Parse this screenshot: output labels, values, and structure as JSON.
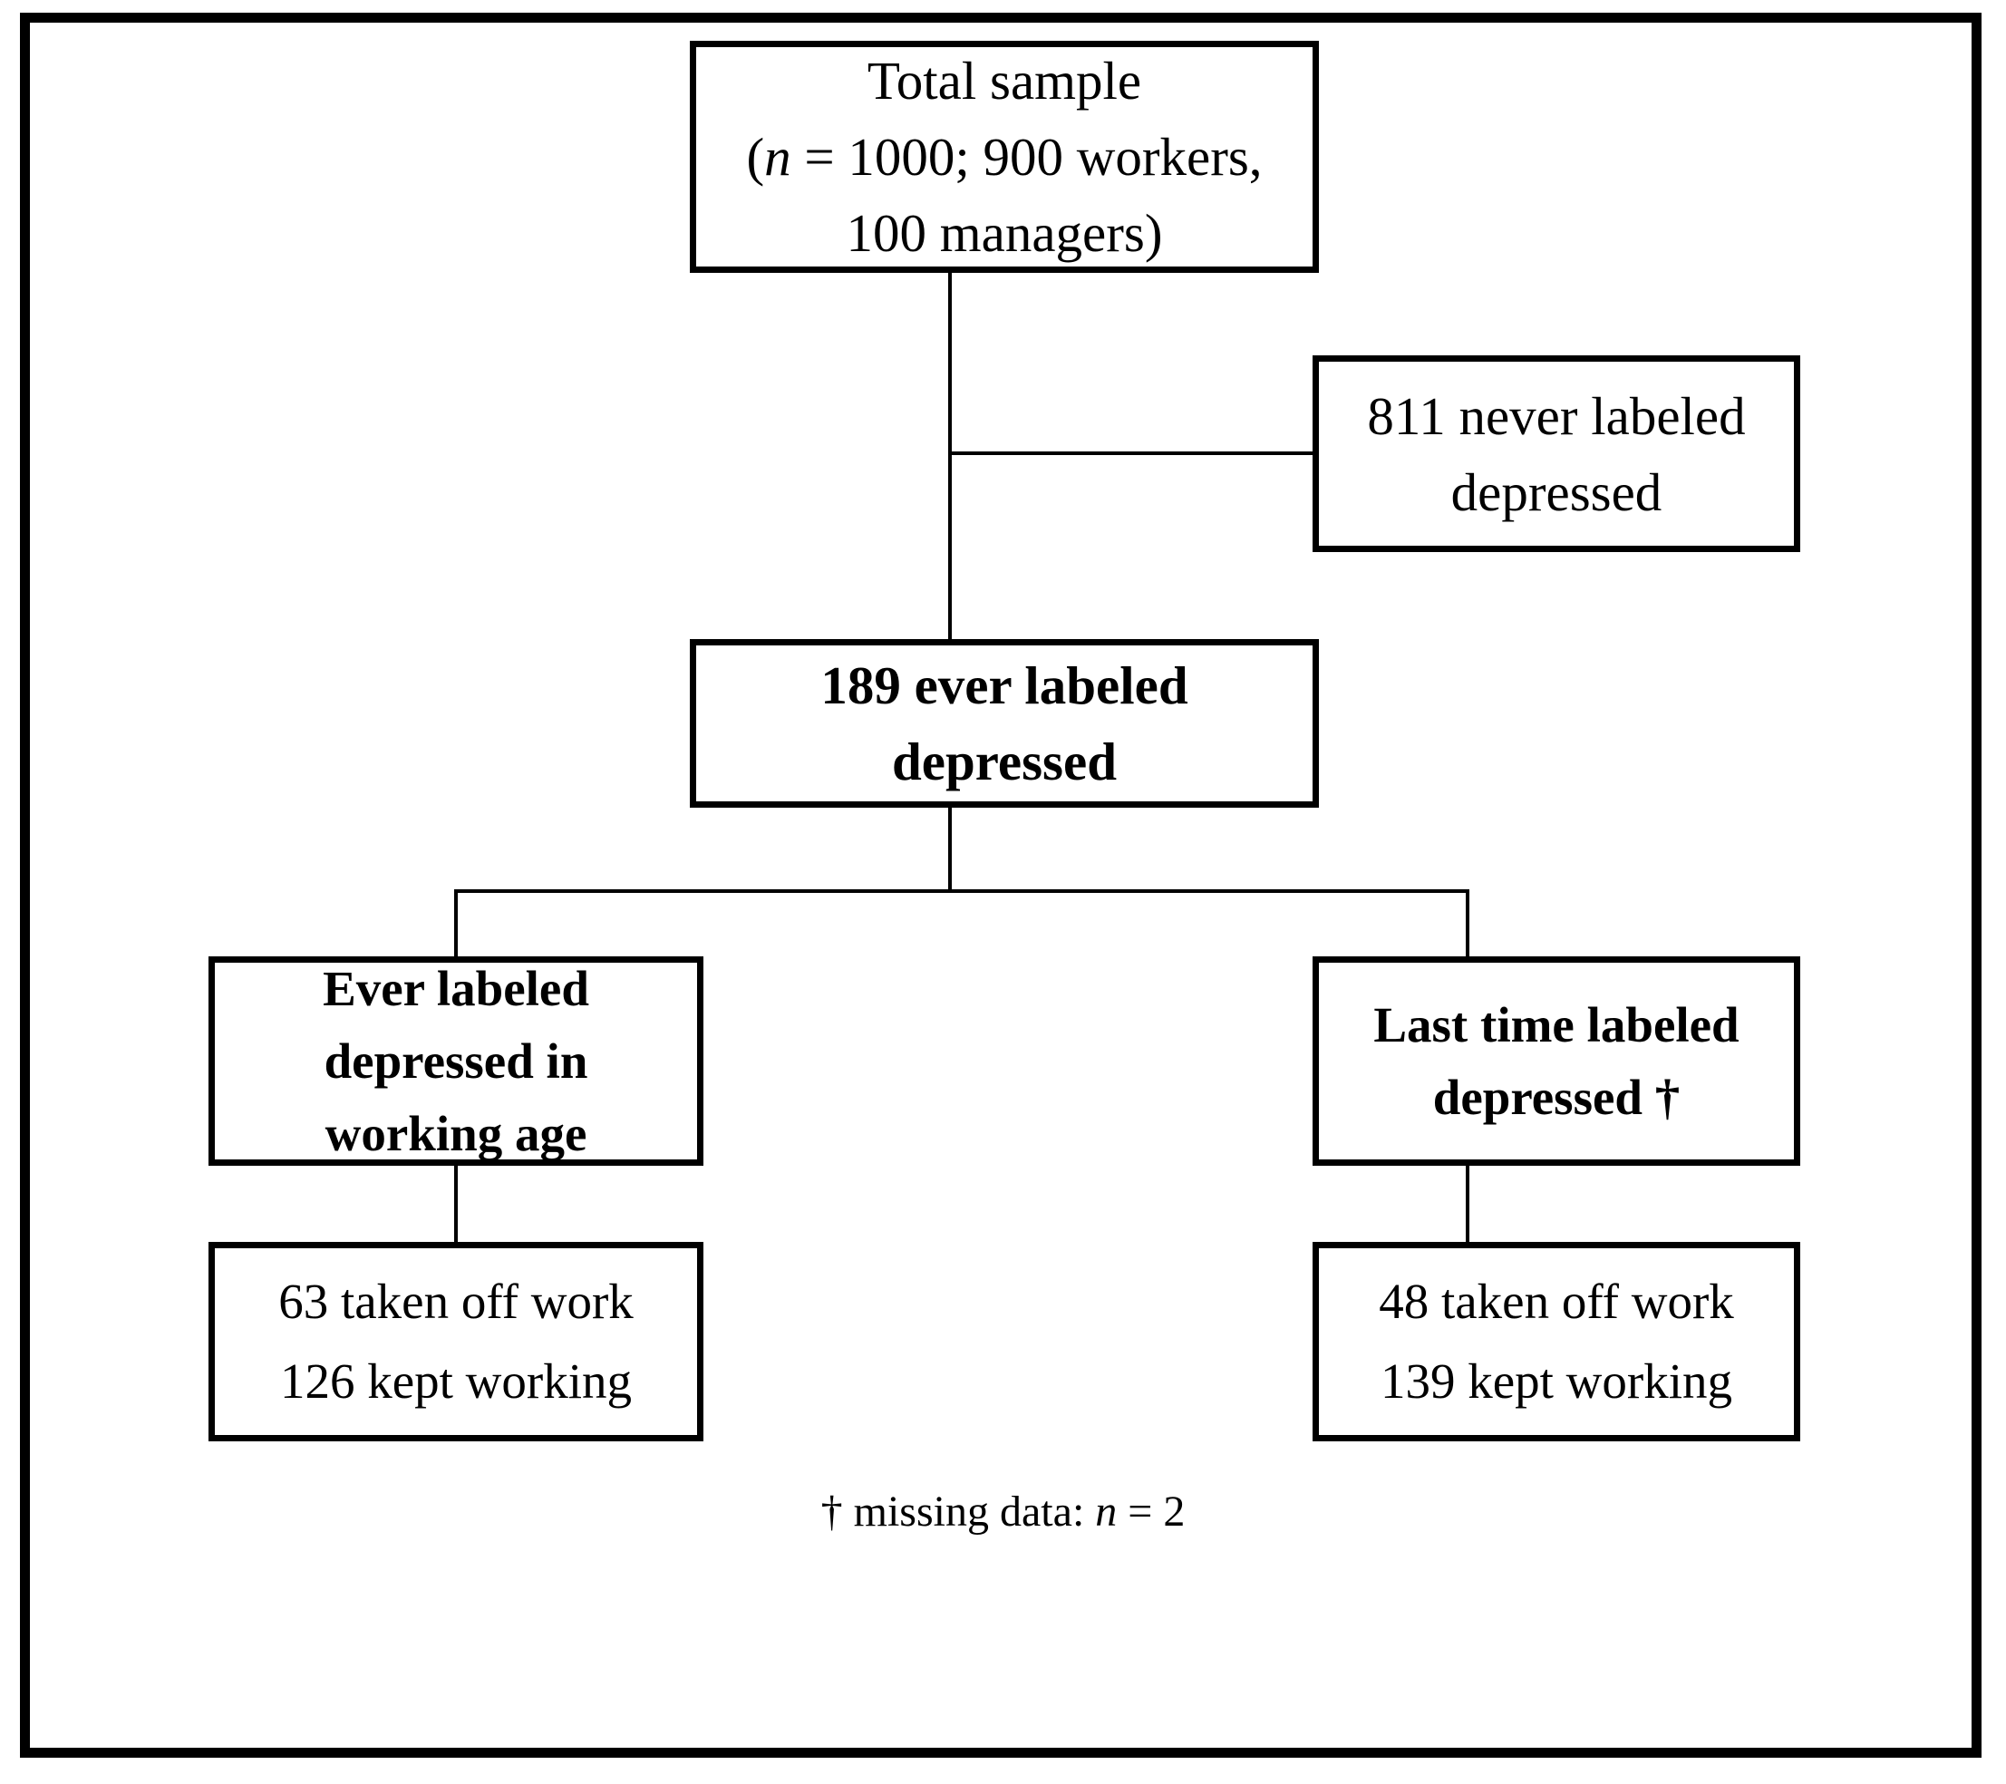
{
  "figure": {
    "type": "flowchart",
    "title": "",
    "border_color": "#000000",
    "background_color": "#ffffff",
    "text_color": "#000000"
  },
  "nodes": {
    "total_sample": {
      "name": "total-sample",
      "weight": "regular",
      "lines": [
        "Total sample",
        "(n = 1000; 900 workers,",
        "100 managers)"
      ],
      "line1": "Total sample",
      "line2_pre": "(",
      "line2_italic": "n",
      "line2_post": " = 1000; 900 workers,",
      "line3": "100 managers)"
    },
    "never_labeled": {
      "name": "never-labeled-depressed",
      "weight": "regular",
      "line1": "811 never labeled",
      "line2": "depressed",
      "count": 811
    },
    "ever_labeled": {
      "name": "ever-labeled-depressed",
      "weight": "bold",
      "line1": "189 ever labeled",
      "line2": "depressed",
      "count": 189
    },
    "working_age": {
      "name": "ever-labeled-depressed-in-working-age",
      "weight": "bold",
      "line1": "Ever labeled",
      "line2": "depressed in",
      "line3": "working age"
    },
    "last_time": {
      "name": "last-time-labeled-depressed",
      "weight": "bold",
      "line1": "Last time labeled",
      "line2": "depressed †"
    },
    "left_outcome": {
      "name": "working-age-outcomes",
      "weight": "regular",
      "line1": "63 taken off work",
      "line2": "126 kept working",
      "taken_off_work": 63,
      "kept_working": 126
    },
    "right_outcome": {
      "name": "last-time-outcomes",
      "weight": "regular",
      "line1": "48 taken off work",
      "line2": "139 kept working",
      "taken_off_work": 48,
      "kept_working": 139
    }
  },
  "footnote": {
    "dagger": "†",
    "text_pre": " missing data: ",
    "italic_symbol": "n",
    "text_post": " = 2",
    "full": "† missing data: n = 2"
  },
  "chart_data": {
    "type": "diagram",
    "flow": [
      {
        "from": "total_sample",
        "to": "never_labeled",
        "value": 811
      },
      {
        "from": "total_sample",
        "to": "ever_labeled",
        "value": 189
      },
      {
        "from": "ever_labeled",
        "to": "working_age"
      },
      {
        "from": "ever_labeled",
        "to": "last_time"
      },
      {
        "from": "working_age",
        "to": "left_outcome"
      },
      {
        "from": "last_time",
        "to": "right_outcome"
      }
    ],
    "totals": {
      "total_sample": 1000,
      "workers": 900,
      "managers": 100,
      "never_labeled_depressed": 811,
      "ever_labeled_depressed": 189,
      "working_age_taken_off_work": 63,
      "working_age_kept_working": 126,
      "last_time_taken_off_work": 48,
      "last_time_kept_working": 139,
      "missing_data": 2
    }
  }
}
